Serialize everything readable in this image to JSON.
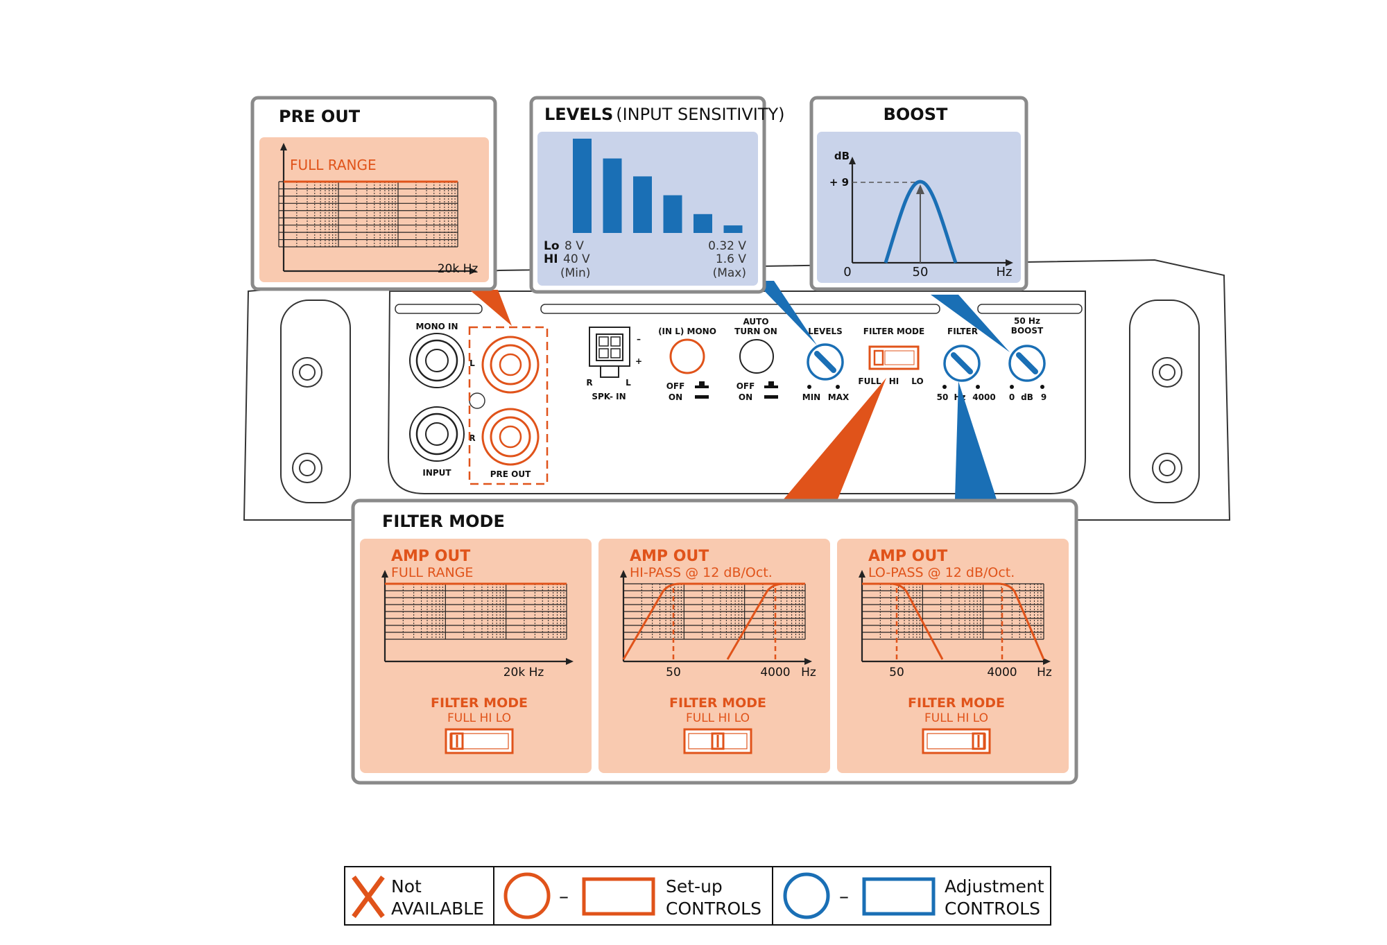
{
  "colors": {
    "setup": "#e0531a",
    "adjust": "#1a6fb5",
    "panel_orange": "#f9cab0",
    "panel_blue": "#c9d3ea",
    "frame": "#8a8a8a"
  },
  "pre_out_box": {
    "title": "PRE OUT",
    "curve_label": "FULL RANGE",
    "x_label": "20k Hz"
  },
  "levels_box": {
    "title_bold": "LEVELS",
    "title_light": "(INPUT SENSITIVITY)",
    "bars": [
      1.0,
      0.79,
      0.6,
      0.4,
      0.2,
      0.08
    ],
    "lo_label": "Lo",
    "lo_min": "8 V",
    "lo_max": "0.32 V",
    "hi_label": "HI",
    "hi_min": "40 V",
    "hi_max": "1.6 V",
    "min_label": "(Min)",
    "max_label": "(Max)"
  },
  "boost_box": {
    "title": "BOOST",
    "y_label": "dB",
    "peak_label": "+ 9",
    "x_zero": "0",
    "x_center": "50",
    "x_unit": "Hz"
  },
  "panel": {
    "mono_in": "MONO IN",
    "input": "INPUT",
    "pre_out": "PRE OUT",
    "l": "L",
    "r": "R",
    "spk_in": "SPK- IN",
    "spk_minus": "–",
    "spk_plus": "+",
    "spk_r": "R",
    "spk_l": "L",
    "mono_title": "(IN L) MONO",
    "off": "OFF",
    "on": "ON",
    "auto_title_1": "AUTO",
    "auto_title_2": "TURN ON",
    "levels": "LEVELS",
    "min": "MIN",
    "max": "MAX",
    "filter_mode": "FILTER MODE",
    "full": "FULL",
    "hi": "HI",
    "lo": "LO",
    "filter": "FILTER",
    "f_50": "50",
    "f_hz": "Hz",
    "f_4000": "4000",
    "boost_1": "50 Hz",
    "boost_2": "BOOST",
    "b_0": "0",
    "b_db": "dB",
    "b_9": "9"
  },
  "filter_mode_box": {
    "title": "FILTER MODE",
    "panels": [
      {
        "head": "AMP OUT",
        "sub": "FULL RANGE",
        "x1": "20k Hz",
        "x2": "",
        "x3": "",
        "switch_title": "FILTER MODE",
        "switch_opts": "FULL   HI   LO"
      },
      {
        "head": "AMP OUT",
        "sub": "HI-PASS  @  12 dB/Oct.",
        "x1": "50",
        "x2": "4000",
        "x3": "Hz",
        "switch_title": "FILTER MODE",
        "switch_opts": "FULL   HI   LO"
      },
      {
        "head": "AMP OUT",
        "sub": "LO-PASS  @  12 dB/Oct.",
        "x1": "50",
        "x2": "4000",
        "x3": "Hz",
        "switch_title": "FILTER MODE",
        "switch_opts": "FULL   HI   LO"
      }
    ]
  },
  "legend": {
    "na_1": "Not",
    "na_2": "AVAILABLE",
    "dash": "–",
    "setup_1": "Set-up",
    "setup_2": "CONTROLS",
    "adj_1": "Adjustment",
    "adj_2": "CONTROLS"
  }
}
